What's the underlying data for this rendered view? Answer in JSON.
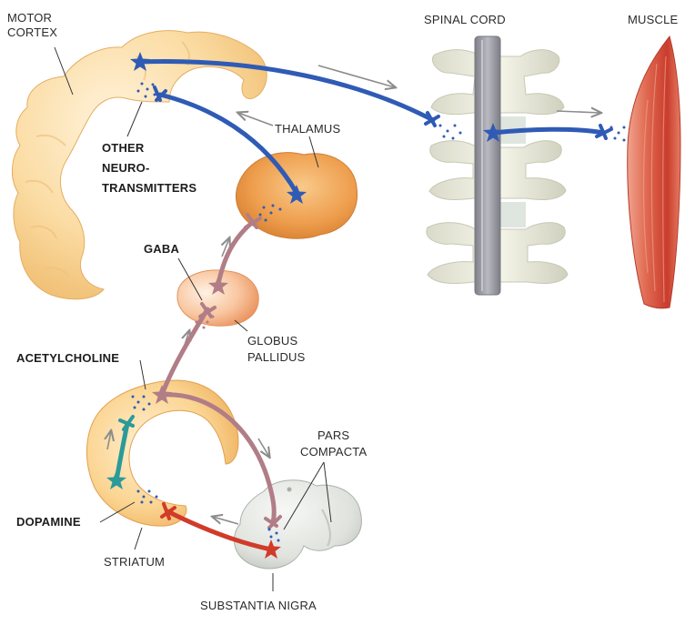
{
  "labels": {
    "motor_cortex": [
      "MOTOR",
      "CORTEX"
    ],
    "spinal_cord": "SPINAL CORD",
    "muscle": "MUSCLE",
    "thalamus": "THALAMUS",
    "other_neurotransmitters": [
      "OTHER",
      "NEURO-",
      "TRANSMITTERS"
    ],
    "gaba": "GABA",
    "globus_pallidus": [
      "GLOBUS",
      "PALLIDUS"
    ],
    "acetylcholine": "ACETYLCHOLINE",
    "pars_compacta": [
      "PARS",
      "COMPACTA"
    ],
    "dopamine": "DOPAMINE",
    "striatum": "STRIATUM",
    "substantia_nigra": "SUBSTANTIA NIGRA"
  },
  "colors": {
    "motor_pathway": "#2f5bb5",
    "gaba_pathway": "#b17d86",
    "dopamine_pathway": "#d13b2a",
    "acetylcholine_neuron": "#2b9a99",
    "flow_arrow": "#8c8c8c"
  }
}
